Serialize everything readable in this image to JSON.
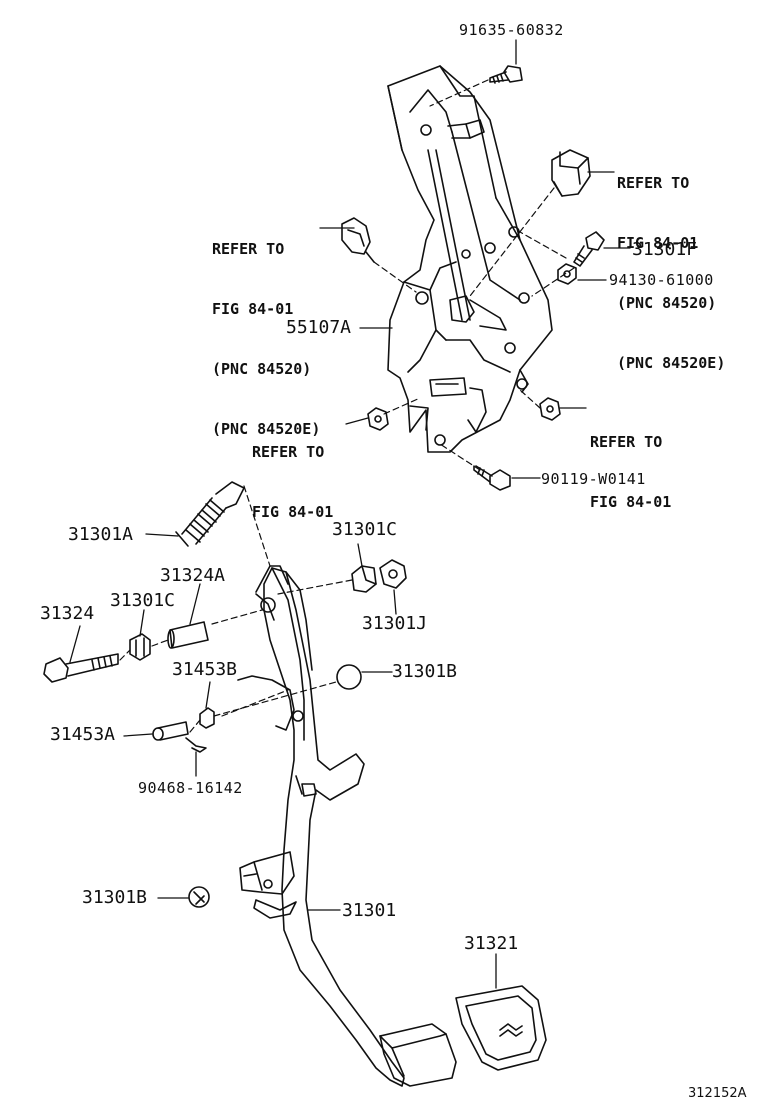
{
  "labels": {
    "p91635": "91635-60832",
    "p31301F": "31301F",
    "p94130": "94130-61000",
    "p55107A": "55107A",
    "p90119": "90119-W0141",
    "p31301A": "31301A",
    "p31301C_top": "31301C",
    "p31324A": "31324A",
    "p31324": "31324",
    "p31301C_left": "31301C",
    "p31301J": "31301J",
    "p31453B": "31453B",
    "p31301B_right": "31301B",
    "p31453A": "31453A",
    "p90468": "90468-16142",
    "p31301B_left": "31301B",
    "p31301": "31301",
    "p31321": "31321"
  },
  "refs": {
    "right_top": [
      "REFER TO",
      "FIG 84-01",
      "(PNC 84520)",
      "(PNC 84520E)"
    ],
    "left_top": [
      "REFER TO",
      "FIG 84-01",
      "(PNC 84520)",
      "(PNC 84520E)"
    ],
    "left_mid": [
      "REFER TO",
      "FIG 84-01"
    ],
    "right_mid": [
      "REFER TO",
      "FIG 84-01"
    ]
  },
  "figure_id": "312152A"
}
